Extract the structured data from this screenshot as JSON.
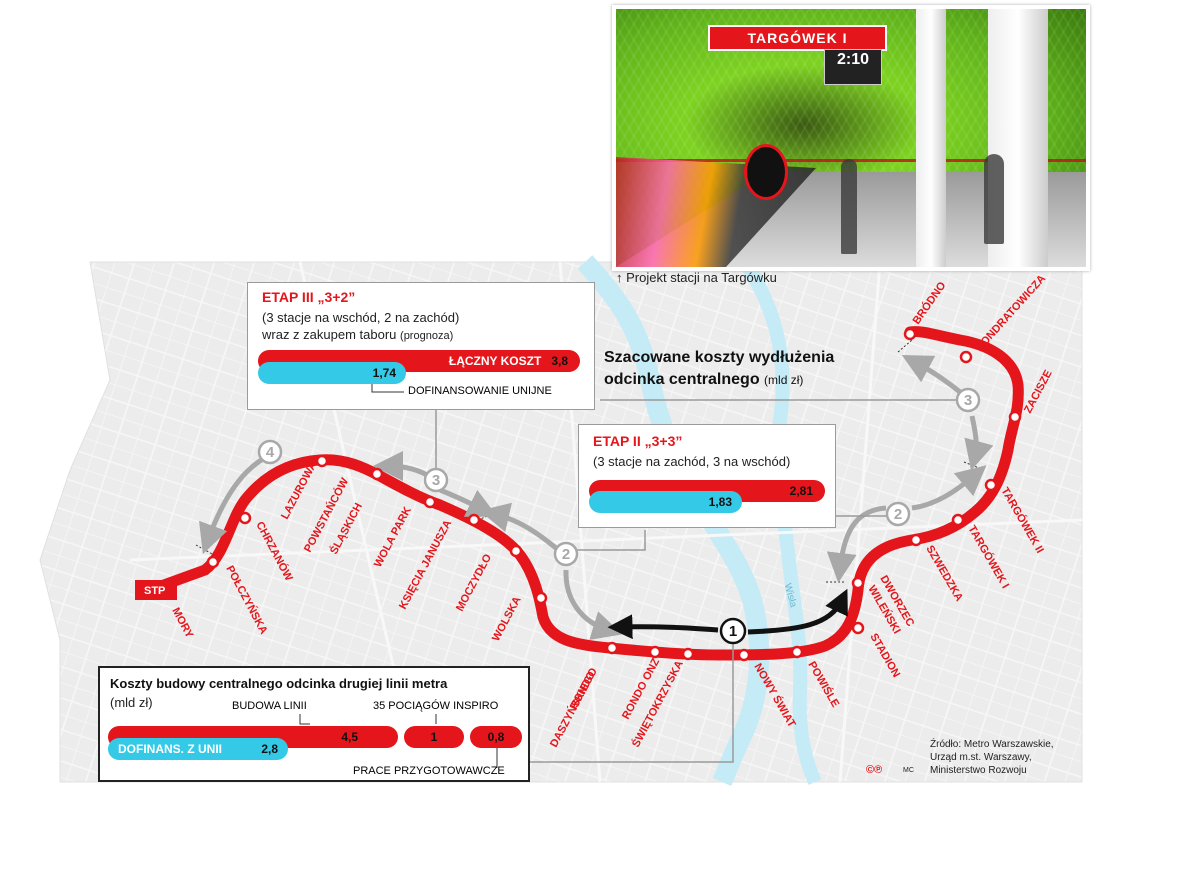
{
  "photo": {
    "sign_text": "TARGÓWEK I",
    "clock_time": "2:10",
    "caption_arrow": "↑",
    "caption": "Projekt stacji na Targówku"
  },
  "title": {
    "line1": "Szacowane koszty wydłużenia",
    "line2": "odcinka centralnego",
    "unit": "(mld zł)"
  },
  "etap3": {
    "title": "ETAP III „3+2”",
    "line1": "(3 stacje na wschód, 2 na zachód)",
    "line2": "wraz z zakupem taboru",
    "line2_note": "(prognoza)",
    "total_label": "ŁĄCZNY KOSZT",
    "total_value": "3,8",
    "eu_value": "1,74",
    "eu_label": "DOFINANSOWANIE UNIJNE",
    "total": 3.8,
    "eu": 1.74
  },
  "etap2": {
    "title": "ETAP II „3+3”",
    "line1": "(3 stacje na zachód, 3 na wschód)",
    "total_value": "2,81",
    "eu_value": "1,83",
    "total": 2.81,
    "eu": 1.83
  },
  "central": {
    "title": "Koszty budowy centralnego odcinka drugiej linii metra",
    "unit": "(mld zł)",
    "label_budowa": "BUDOWA LINII",
    "label_pociagi": "35 POCIĄGÓW INSPIRO",
    "label_prace": "PRACE PRZYGOTOWAWCZE",
    "eu_label": "DOFINANS. Z UNII",
    "eu_value": "2,8",
    "budowa_value": "4,5",
    "pociagi_value": "1",
    "prace_value": "0,8",
    "eu": 2.8,
    "budowa": 4.5,
    "pociagi": 1,
    "prace": 0.8
  },
  "stages": {
    "s1": "1",
    "s2": "2",
    "s3": "3",
    "s4": "4"
  },
  "stations": {
    "stp": "STP",
    "mory": "MORY",
    "polczynska": "POŁCZYŃSKA",
    "chrzanow": "CHRZANÓW",
    "lazurowa": "LAZUROWA",
    "powstancow": "POWSTAŃCÓW",
    "slaskich": "ŚLĄSKICH",
    "wola_park": "WOLA PARK",
    "ksiecia": "KSIĘCIA JANUSZA",
    "moczydlo": "MOCZYDŁO",
    "wolska": "WOLSKA",
    "rondo": "RONDO",
    "daszynskiego": "DASZYŃSKIEGO",
    "rondo_onz": "RONDO ONZ",
    "swietokrzyska": "ŚWIĘTOKRZYSKA",
    "nowy_swiat": "NOWY ŚWIAT",
    "powisle": "POWIŚLE",
    "stadion": "STADION",
    "dworzec": "DWORZEC",
    "wilenski": "WILEŃSKI",
    "szwedzka": "SZWEDZKA",
    "targowek1": "TARGÓWEK I",
    "targowek2": "TARGÓWEK II",
    "zacisze": "ZACISZE",
    "kondratowicza": "KONDRATOWICZA",
    "brodno": "BRÓDNO"
  },
  "river": "Wisła",
  "source": {
    "line1": "Źródło: Metro Warszawskie,",
    "line2": "Urząd m.st. Warszawy,",
    "line3": "Ministerstwo Rozwoju"
  },
  "copyright": "©℗",
  "author": "MC",
  "colors": {
    "line": "#e4161b",
    "eu": "#34c9e6",
    "map": "#e8e8e8",
    "arrow_grey": "#a8a8a8",
    "arrow_dark": "#111111"
  }
}
